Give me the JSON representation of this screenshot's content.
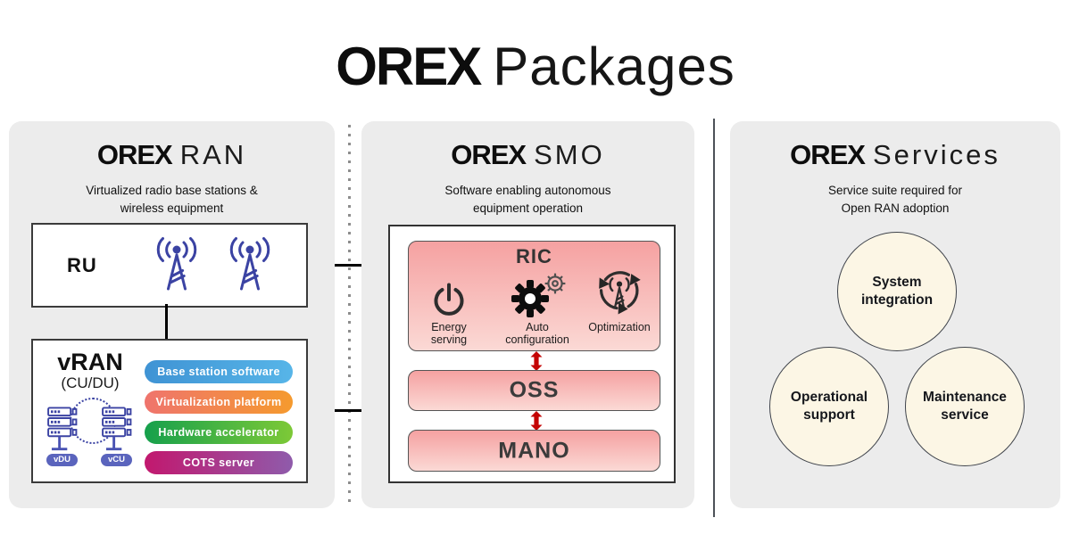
{
  "title": {
    "brand": "OREX",
    "product": "Packages"
  },
  "colors": {
    "panel_bg": "#ececec",
    "indigo": "#3b43a3",
    "chip": "#5a64bd",
    "pink_from": "#f5a1a1",
    "pink_to": "#fbd9d5",
    "red_arrow": "#c40404",
    "circle_bg": "#fcf6e5"
  },
  "ran": {
    "brand": "OREX",
    "name": "RAN",
    "subtitle": "Virtualized radio base stations &\nwireless equipment",
    "ru_label": "RU",
    "vran_label": "vRAN",
    "vran_sublabel": "(CU/DU)",
    "vdu_label": "vDU",
    "vcu_label": "vCU",
    "layers": [
      {
        "label": "Base station software",
        "from": "#3f93d4",
        "to": "#57b5e8"
      },
      {
        "label": "Virtualization platform",
        "from": "#ef746d",
        "to": "#f59a2e"
      },
      {
        "label": "Hardware accelerator",
        "from": "#16a04c",
        "to": "#7dc937"
      },
      {
        "label": "COTS server",
        "from": "#c2186e",
        "to": "#8f5bab"
      }
    ]
  },
  "smo": {
    "brand": "OREX",
    "name": "SMO",
    "subtitle": "Software enabling autonomous\nequipment operation",
    "ric_label": "RIC",
    "features": [
      {
        "icon": "power-icon",
        "label": "Energy\nserving"
      },
      {
        "icon": "gear-icon",
        "label": "Auto\nconfiguration"
      },
      {
        "icon": "optimization-icon",
        "label": "Optimization"
      }
    ],
    "oss_label": "OSS",
    "mano_label": "MANO"
  },
  "services": {
    "brand": "OREX",
    "name": "Services",
    "subtitle": "Service suite required for\nOpen RAN adoption",
    "circles": [
      {
        "label": "System\nintegration"
      },
      {
        "label": "Operational\nsupport"
      },
      {
        "label": "Maintenance\nservice"
      }
    ]
  }
}
